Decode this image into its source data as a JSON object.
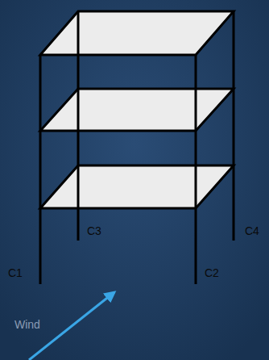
{
  "diagram": {
    "labels": [
      "C1",
      "C2",
      "C3",
      "C4",
      "Wind"
    ]
  }
}
